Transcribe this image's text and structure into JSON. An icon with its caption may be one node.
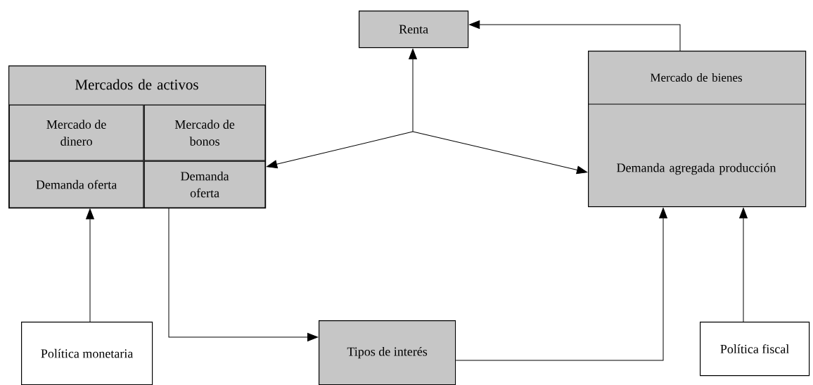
{
  "diagram": {
    "nodes": [
      {
        "text": [
          "Renta"
        ]
      },
      {
        "text": [
          "Mercados de activos"
        ]
      },
      {
        "text": [
          "Mercado de dinero"
        ],
        "in": 1
      },
      {
        "text": [
          "Mercado de bonos"
        ],
        "in": 1
      },
      {
        "text": [
          "Demanda oferta"
        ],
        "in": 1
      },
      {
        "text": [
          "Demanda oferta"
        ],
        "in": 1
      },
      {
        "text": [
          "Mercado de bienes",
          "Demanda agregada producción"
        ]
      },
      {
        "text": [
          "Política monetaria"
        ]
      },
      {
        "text": [
          "Tipos de interés"
        ]
      },
      {
        "text": [
          "Política fiscal"
        ]
      }
    ],
    "edges": [
      {
        "from": 6,
        "to": 0,
        "arrow": "to"
      },
      {
        "from": null,
        "to": 0,
        "arrow": "to"
      },
      {
        "from": null,
        "to": 1,
        "arrow": "to"
      },
      {
        "from": null,
        "to": 6,
        "arrow": "to"
      },
      {
        "from": 7,
        "to": 4,
        "arrow": "to"
      },
      {
        "from": 5,
        "to": 8,
        "arrow": "to"
      },
      {
        "from": 8,
        "to": 6,
        "arrow": "to"
      },
      {
        "from": 9,
        "to": 6,
        "arrow": "to"
      }
    ]
  }
}
